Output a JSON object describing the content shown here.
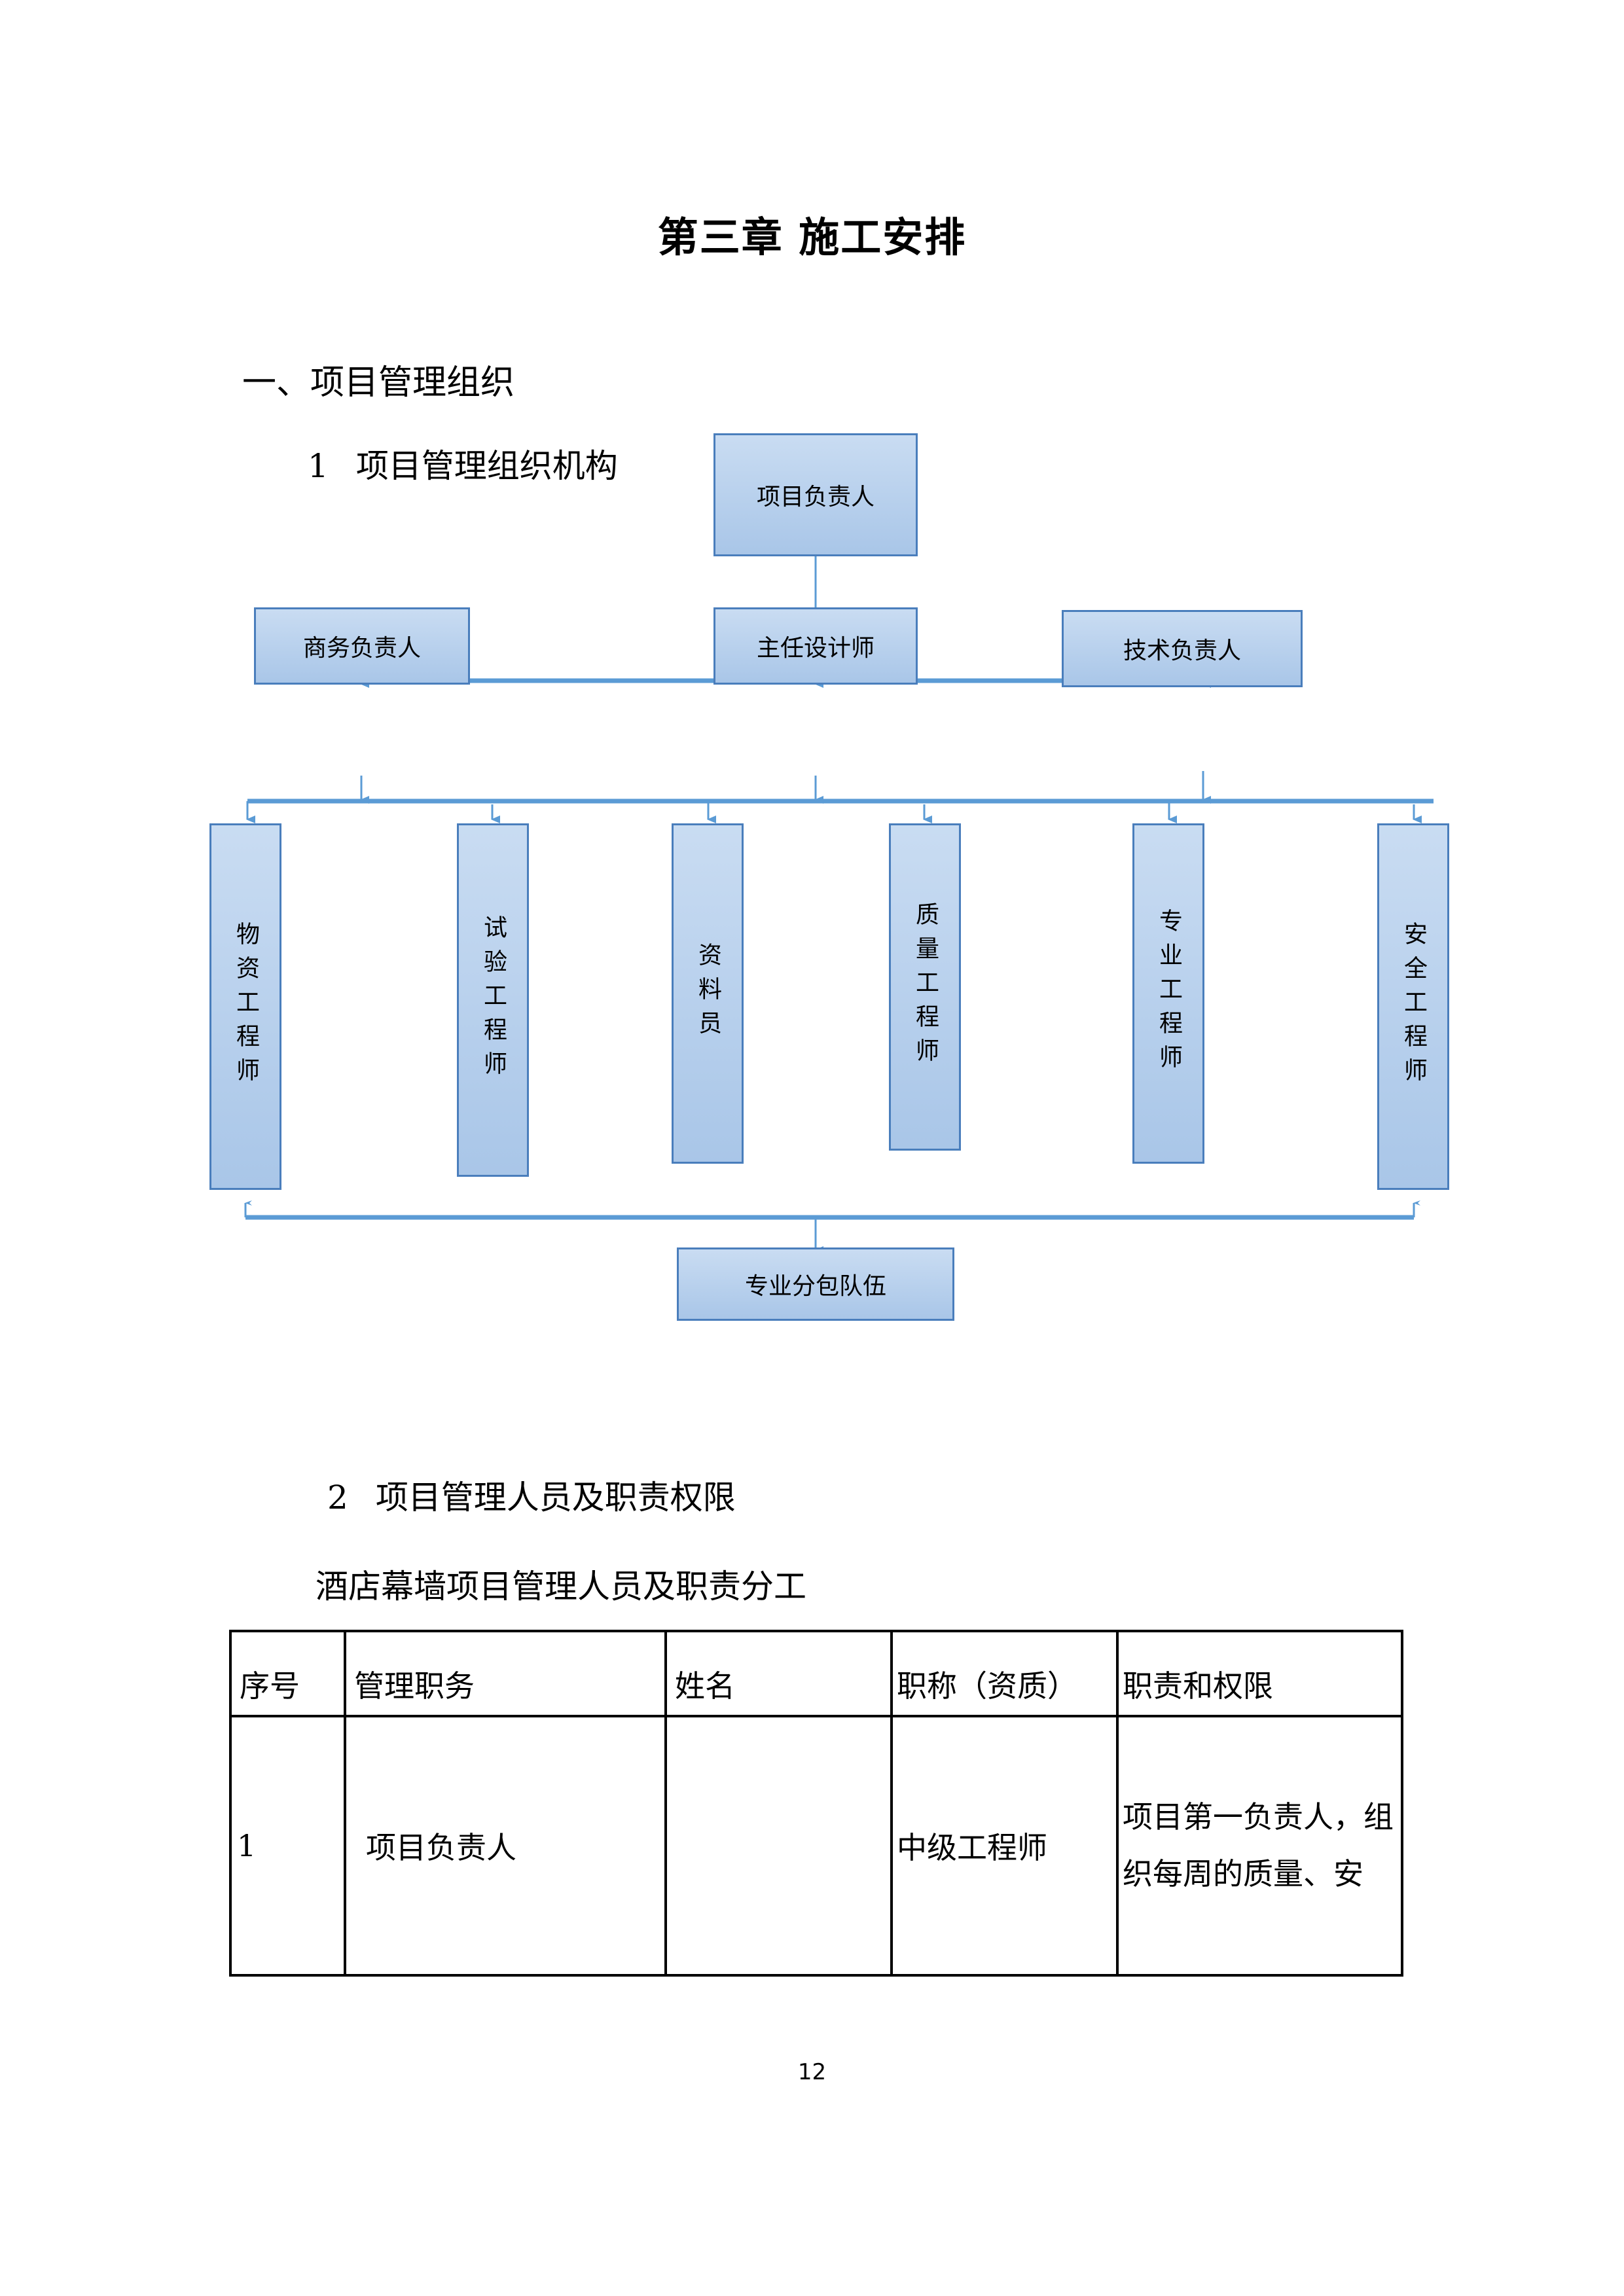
{
  "document": {
    "title": "第三章  施工安排",
    "page_number": "12"
  },
  "sections": {
    "heading_1": "一、项目管理组织",
    "heading_2a_num": "1",
    "heading_2a_text": "项目管理组织机构",
    "heading_2b_num": "2",
    "heading_2b_text": "项目管理人员及职责权限",
    "table_caption": "酒店幕墙项目管理人员及职责分工"
  },
  "orgchart": {
    "level1": "项目负责人",
    "level2": [
      "商务负责人",
      "主任设计师",
      "技术负责人"
    ],
    "level3": [
      "物资工程师",
      "试验工程师",
      "资料员",
      "质量工程师",
      "专业工程师",
      "安全工程师"
    ],
    "level4": "专业分包队伍",
    "colors": {
      "box_border": "#4a7ebc",
      "box_fill_top": "#c9dcf2",
      "box_fill_bottom": "#a9c6e8",
      "connector": "#5b9bd5"
    }
  },
  "table": {
    "headers": [
      "序号",
      "管理职务",
      "姓名",
      "职称（资质）",
      "职责和权限"
    ],
    "rows": [
      {
        "seq": "1",
        "position": "项目负责人",
        "name": "",
        "title": "中级工程师",
        "duty": "项目第一负责人，组织每周的质量、安"
      }
    ]
  }
}
